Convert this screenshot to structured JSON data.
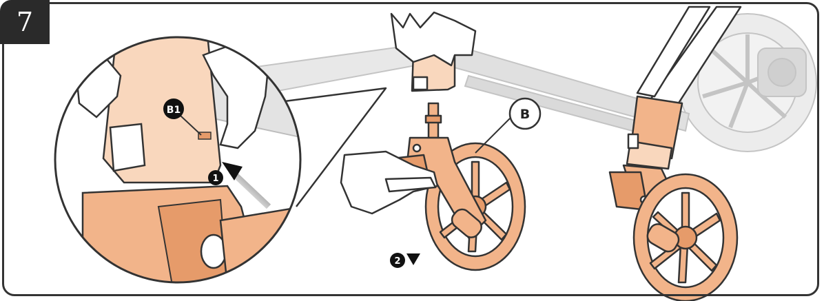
{
  "step": {
    "number": "7"
  },
  "labels": {
    "part": "B",
    "button": "B1",
    "step_one": "1",
    "step_two": "2"
  },
  "colors": {
    "part_fill": "#f2b48a",
    "part_fill_light": "#f9d7bd",
    "part_shade": "#e69b6a",
    "hand_fill": "#ffffff",
    "outline": "#333333",
    "ghost_fill": "#e3e3e3",
    "ghost_stroke": "#bdbdbd",
    "badge_bg": "#2a2a2a",
    "badge_text": "#ffffff",
    "callout_dark": "#111111"
  }
}
